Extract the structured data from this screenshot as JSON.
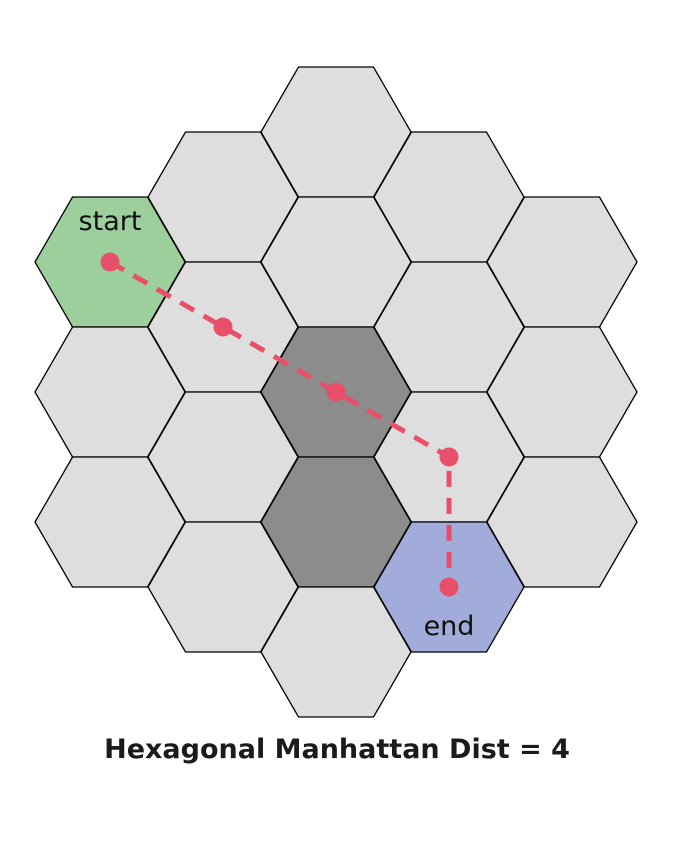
{
  "colors": {
    "cell": "#dedede",
    "start": "#9dcf9d",
    "end": "#a2acdb",
    "obstacle": "#8c8c8c",
    "path": "#e8506a"
  },
  "grid": {
    "cells": [
      {
        "q": 0,
        "r": -2,
        "type": "normal"
      },
      {
        "q": 1,
        "r": -2,
        "type": "normal"
      },
      {
        "q": 2,
        "r": -2,
        "type": "normal"
      },
      {
        "q": -1,
        "r": -1,
        "type": "normal"
      },
      {
        "q": 0,
        "r": -1,
        "type": "normal"
      },
      {
        "q": 1,
        "r": -1,
        "type": "normal"
      },
      {
        "q": 2,
        "r": -1,
        "type": "normal"
      },
      {
        "q": -2,
        "r": 0,
        "type": "start",
        "label_key": "start_label"
      },
      {
        "q": -1,
        "r": 0,
        "type": "normal"
      },
      {
        "q": 0,
        "r": 0,
        "type": "obstacle"
      },
      {
        "q": 1,
        "r": 0,
        "type": "normal"
      },
      {
        "q": 2,
        "r": 0,
        "type": "normal"
      },
      {
        "q": -2,
        "r": 1,
        "type": "normal"
      },
      {
        "q": -1,
        "r": 1,
        "type": "normal"
      },
      {
        "q": 0,
        "r": 1,
        "type": "obstacle"
      },
      {
        "q": 1,
        "r": 1,
        "type": "end",
        "label_key": "end_label"
      },
      {
        "q": -2,
        "r": 2,
        "type": "normal"
      },
      {
        "q": -1,
        "r": 2,
        "type": "normal"
      },
      {
        "q": 0,
        "r": 2,
        "type": "normal"
      }
    ]
  },
  "path": [
    {
      "q": -2,
      "r": 0
    },
    {
      "q": -1,
      "r": 0
    },
    {
      "q": 0,
      "r": 0
    },
    {
      "q": 1,
      "r": 0
    },
    {
      "q": 1,
      "r": 1
    }
  ],
  "labels": {
    "start_label": "start",
    "end_label": "end"
  },
  "caption": "Hexagonal Manhattan Dist = 4"
}
